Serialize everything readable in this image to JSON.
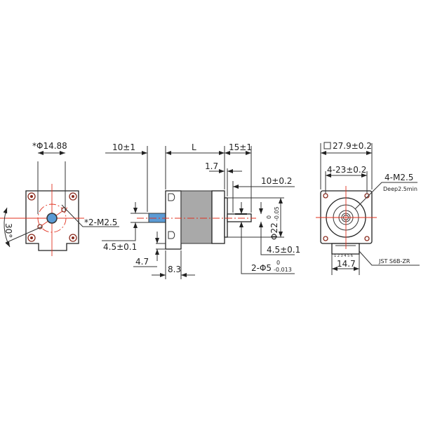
{
  "colors": {
    "centerline": "#e0301e",
    "rear_shaft": "#5b9bd5",
    "body": "#a9a9a9",
    "hole": "#8a2b1e"
  },
  "left_view": {
    "diameter_label": "*Φ14.88",
    "thread_label": "*2-M2.5",
    "angle_label": "30°"
  },
  "side_view": {
    "rear_shaft_length": "10±1",
    "body_length": "L",
    "front_shaft_length": "15±1",
    "flange_thickness": "1.7",
    "flat_length": "10±0.2",
    "pilot_diameter": "Φ22",
    "pilot_tol_upper": "0",
    "pilot_tol_lower": "-0.05",
    "rear_flat": "4.5±0.1",
    "front_flat": "4.5±0.1",
    "rear_cap_offset": "4.7",
    "rear_cap_width": "8.3",
    "shaft_diameter": "2-Φ5",
    "shaft_tol_upper": "0",
    "shaft_tol_lower": "-0.013"
  },
  "front_view": {
    "size_label": "27.9±0.2",
    "hole_spacing": "4-23±0.2",
    "mount_thread": "4-M2.5",
    "mount_depth": "Deep2.5min",
    "connector": "JST S6B-ZR",
    "connector_width": "14.7",
    "pin_numbers": "1 2 3 4 5 6"
  }
}
